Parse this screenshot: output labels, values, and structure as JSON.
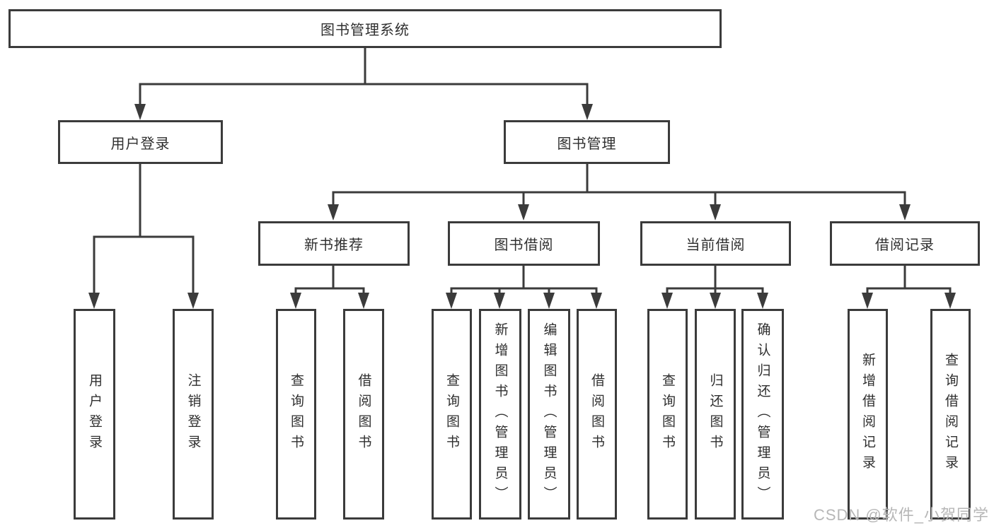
{
  "diagram": {
    "title": "图书管理系统",
    "colors": {
      "line": "#3b3b3b",
      "text": "#2f2f2f",
      "background": "#ffffff",
      "watermark": "#b7b7b7"
    }
  },
  "tree": {
    "label": "图书管理系统",
    "children": [
      {
        "label": "用户登录",
        "children": [
          {
            "label": "用户登录"
          },
          {
            "label": "注销登录"
          }
        ]
      },
      {
        "label": "图书管理",
        "children": [
          {
            "label": "新书推荐",
            "children": [
              {
                "label": "查询图书"
              },
              {
                "label": "借阅图书"
              }
            ]
          },
          {
            "label": "图书借阅",
            "children": [
              {
                "label": "查询图书"
              },
              {
                "label": "新增图书（管理员）"
              },
              {
                "label": "编辑图书（管理员）"
              },
              {
                "label": "借阅图书"
              }
            ]
          },
          {
            "label": "当前借阅",
            "children": [
              {
                "label": "查询图书"
              },
              {
                "label": "归还图书"
              },
              {
                "label": "确认归还（管理员）"
              }
            ]
          },
          {
            "label": "借阅记录",
            "children": [
              {
                "label": "新增借阅记录"
              },
              {
                "label": "查询借阅记录"
              }
            ]
          }
        ]
      }
    ]
  },
  "watermark": {
    "text": "CSDN @软件_小贺同学"
  }
}
